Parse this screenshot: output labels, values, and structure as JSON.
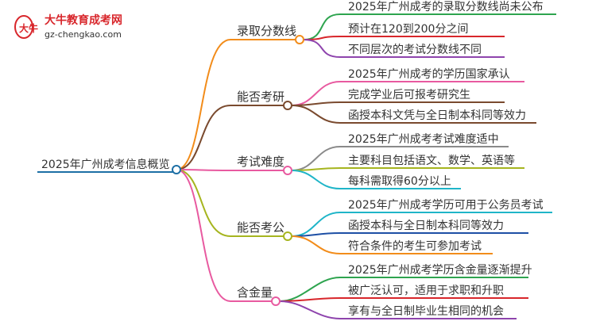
{
  "logo": {
    "title": "大牛教育成考网",
    "url": "gz-chengkao.com",
    "emblem_text": "大牛"
  },
  "root": {
    "label": "2025年广州成考信息概览",
    "color": "#1d6fa5"
  },
  "branches": [
    {
      "label": "录取分数线",
      "color": "#f28c1a",
      "leaves": [
        {
          "label": "2025年广州成考的录取分数线尚未公布",
          "color": "#2ea44f"
        },
        {
          "label": "预计在120到200分之间",
          "color": "#d8262b"
        },
        {
          "label": "不同层次的考试分数线不同",
          "color": "#8e44ad"
        }
      ]
    },
    {
      "label": "能否考研",
      "color": "#7a4a2e",
      "leaves": [
        {
          "label": "2025年广州成考的学历国家承认",
          "color": "#e85aa0"
        },
        {
          "label": "完成学业后可报考研究生",
          "color": "#7a4a2e"
        },
        {
          "label": "函授本科文凭与全日制本科同等效力",
          "color": "#7a4a2e"
        }
      ]
    },
    {
      "label": "考试难度",
      "color": "#e85aa0",
      "leaves": [
        {
          "label": "2025年广州成考考试难度适中",
          "color": "#8a8a8a"
        },
        {
          "label": "主要科目包括语文、数学、英语等",
          "color": "#a6b51f"
        },
        {
          "label": "每科需取得60分以上",
          "color": "#1fb5c8"
        }
      ]
    },
    {
      "label": "能否考公",
      "color": "#a6b51f",
      "leaves": [
        {
          "label": "2025年广州成考学历可用于公务员考试",
          "color": "#1fb5c8"
        },
        {
          "label": "函授本科与全日制本科同等效力",
          "color": "#1d4fa5"
        },
        {
          "label": "符合条件的考生可参加考试",
          "color": "#f28c1a"
        }
      ]
    },
    {
      "label": "含金量",
      "color": "#e85aa0",
      "leaves": [
        {
          "label": "2025年广州成考学历含金量逐渐提升",
          "color": "#2ea44f"
        },
        {
          "label": "被广泛认可，适用于求职和升职",
          "color": "#d8262b"
        },
        {
          "label": "享有与全日制毕业生相同的机会",
          "color": "#8e44ad"
        }
      ]
    }
  ]
}
